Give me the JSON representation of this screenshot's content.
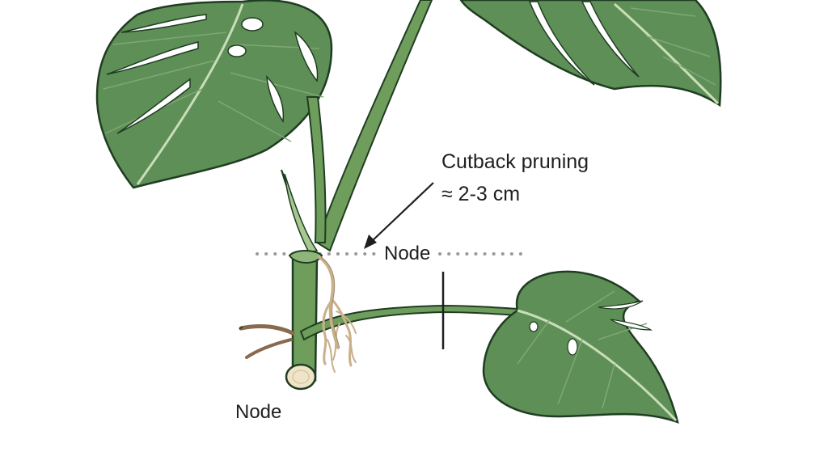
{
  "labels": {
    "cutback": "Cutback pruning",
    "measurement": "≈ 2-3 cm",
    "node_upper": "Node",
    "node_lower": "Node"
  },
  "colors": {
    "leaf_fill": "#5e8f57",
    "leaf_outline": "#1f3d22",
    "leaf_vein": "#c9ddb9",
    "stem_fill": "#6f9e5c",
    "root": "#c9b08a",
    "aerial_root": "#8a6a4e",
    "cut_face": "#efe4c8",
    "guide_dots": "#9a9a9a",
    "ink": "#1f1f1f"
  }
}
